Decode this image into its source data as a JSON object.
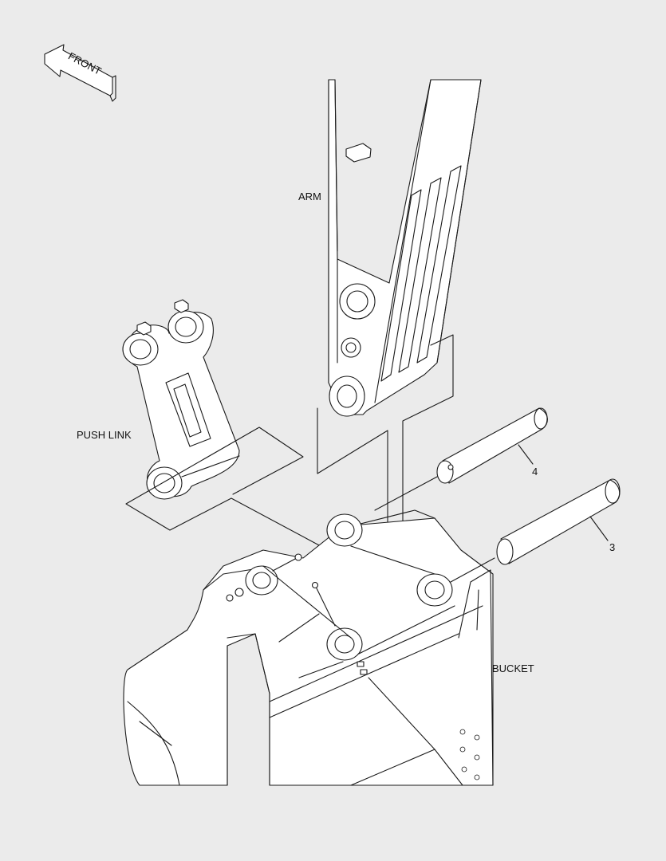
{
  "labels": {
    "front": "FRONT",
    "arm": "ARM",
    "push_link": "PUSH LINK",
    "bucket": "BUCKET"
  },
  "callouts": [
    {
      "id": "pin-4",
      "text": "4"
    },
    {
      "id": "pin-3",
      "text": "3"
    }
  ],
  "colors": {
    "background": "#ebebeb",
    "line": "#1a1a1a",
    "part_fill": "#ffffff"
  }
}
